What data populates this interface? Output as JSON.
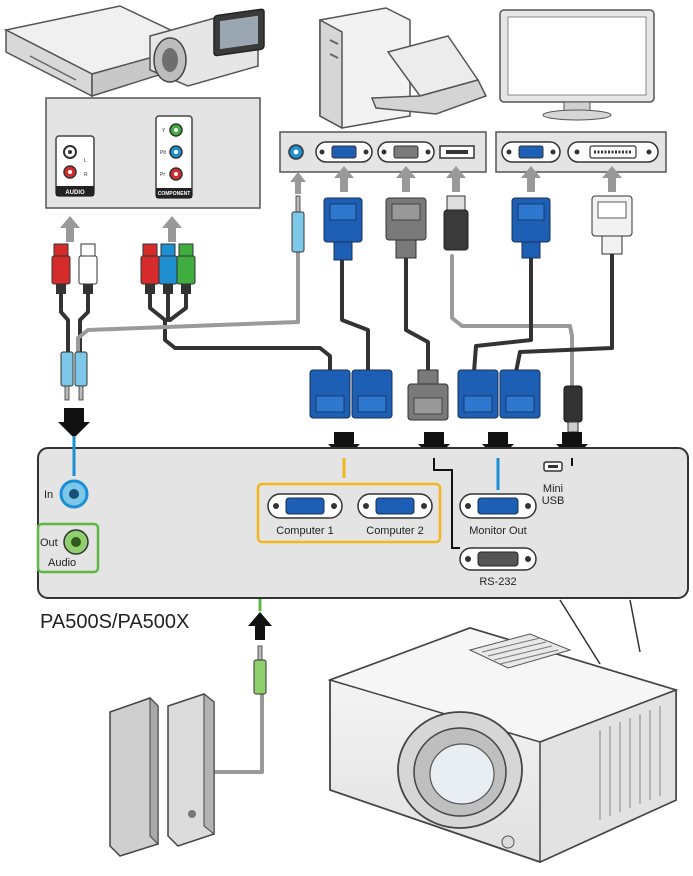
{
  "model_label": "PA500S/PA500X",
  "ports": {
    "audio_in": "In",
    "audio_out": "Out",
    "audio_group": "Audio",
    "computer1": "Computer 1",
    "computer2": "Computer 2",
    "monitor_out": "Monitor Out",
    "rs232": "RS-232",
    "mini_usb_line1": "Mini",
    "mini_usb_line2": "USB"
  },
  "source_panel": {
    "audio_label": "AUDIO",
    "component_label": "COMPONENT",
    "audio_l": "L",
    "audio_r": "R",
    "comp_y": "Y",
    "comp_pb": "Pb",
    "comp_pr": "Pr"
  },
  "colors": {
    "blue_highlight": "#1a8fd6",
    "yellow_highlight": "#f2b51e",
    "green_highlight": "#5fb846",
    "vga_blue": "#1c5fb4",
    "panel_gray": "#e4e4e4"
  }
}
